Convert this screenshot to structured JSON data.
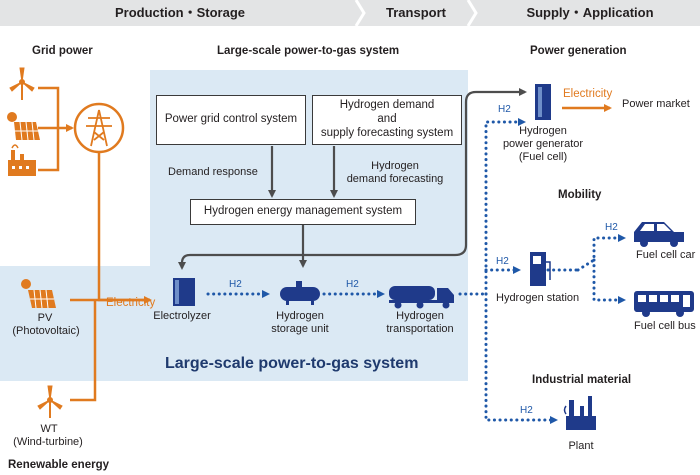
{
  "stages": {
    "production_storage": "Production・Storage",
    "transport": "Transport",
    "supply_application": "Supply・Application"
  },
  "left": {
    "grid_power": "Grid power",
    "pv_line1": "PV",
    "pv_line2": "(Photovoltaic)",
    "wt_line1": "WT",
    "wt_line2": "(Wind-turbine)",
    "renewable_energy": "Renewable energy"
  },
  "system": {
    "title_top": "Large-scale power-to-gas system",
    "title_bottom": "Large-scale power-to-gas system",
    "grid_control": "Power grid control system",
    "forecast_line1": "Hydrogen demand",
    "forecast_line2": "and",
    "forecast_line3": "supply forecasting system",
    "demand_response": "Demand response",
    "demand_forecasting_line1": "Hydrogen",
    "demand_forecasting_line2": "demand forecasting",
    "hems": "Hydrogen energy management system"
  },
  "flow": {
    "electricity_left": "Electricity",
    "electrolyzer": "Electrolyzer",
    "h2_a": "H2",
    "h2_b": "H2",
    "storage_line1": "Hydrogen",
    "storage_line2": "storage unit",
    "transport_line1": "Hydrogen",
    "transport_line2": "transportation"
  },
  "right": {
    "power_generation": "Power generation",
    "generator_line1": "Hydrogen",
    "generator_line2": "power generator",
    "generator_line3": "(Fuel cell)",
    "electricity_right": "Electricity",
    "power_market": "Power market",
    "h2_gen": "H2",
    "mobility": "Mobility",
    "h2_station_in": "H2",
    "hydrogen_station": "Hydrogen station",
    "h2_car": "H2",
    "fuel_cell_car": "Fuel cell car",
    "fuel_cell_bus": "Fuel cell bus",
    "industrial_material": "Industrial material",
    "h2_plant": "H2",
    "plant": "Plant"
  },
  "colors": {
    "orange": "#e07a1f",
    "navy": "#1f3a8a",
    "blue_dots": "#1f58a8",
    "panel_bg": "#dbe9f4"
  }
}
